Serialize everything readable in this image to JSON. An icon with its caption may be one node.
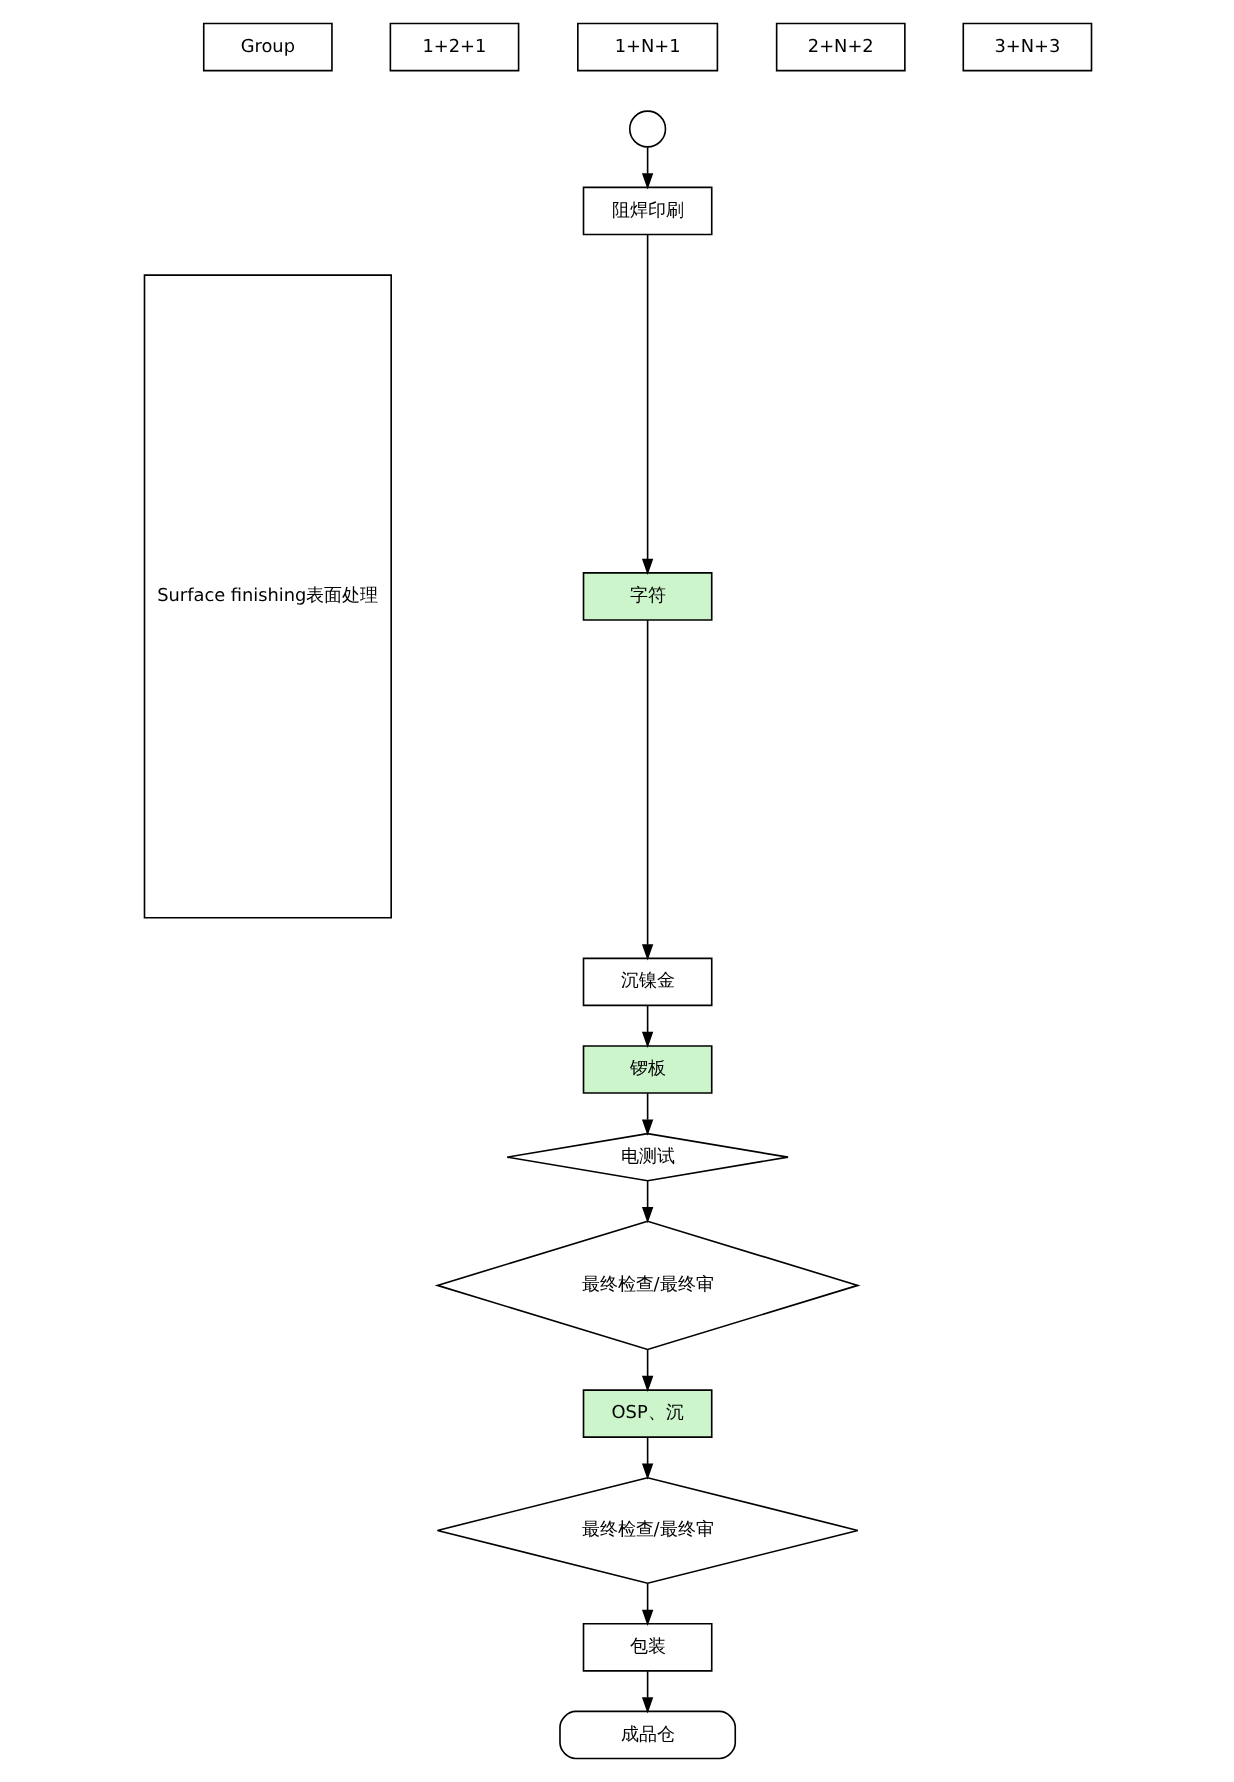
{
  "diagram": {
    "nodes": [
      {
        "text": [
          "Group"
        ]
      },
      {
        "text": [
          "1+2+1"
        ]
      },
      {
        "text": [
          "1+N+1"
        ]
      },
      {
        "text": [
          "2+N+2"
        ]
      },
      {
        "text": [
          "3+N+3"
        ]
      },
      {
        "text": [
          "Surface finishing表面处理"
        ]
      },
      {
        "text": [],
        "shape": "circle"
      },
      {
        "text": [
          "阻焊印刷"
        ]
      },
      {
        "text": [
          "字符"
        ]
      },
      {
        "text": [
          "沉镍金"
        ]
      },
      {
        "text": [
          "锣板"
        ]
      },
      {
        "text": [
          "电测试"
        ]
      },
      {
        "text": [
          "最终检查/最终审"
        ]
      },
      {
        "text": [
          "OSP、沉"
        ]
      },
      {
        "text": [
          "最终检查/最终审"
        ]
      },
      {
        "text": [
          "包装"
        ]
      },
      {
        "text": [
          "成品仓"
        ]
      }
    ],
    "edges": [
      {
        "from": 6,
        "to": 7,
        "arrow": "to"
      },
      {
        "from": 7,
        "to": 8,
        "arrow": "to"
      },
      {
        "from": 8,
        "to": 9,
        "arrow": "to"
      },
      {
        "from": 9,
        "to": 10,
        "arrow": "to"
      },
      {
        "from": 10,
        "to": 11,
        "arrow": "to"
      },
      {
        "from": 11,
        "to": 12,
        "arrow": "to"
      },
      {
        "from": 12,
        "to": 13,
        "arrow": "to"
      },
      {
        "from": 13,
        "to": 14,
        "arrow": "to"
      },
      {
        "from": 14,
        "to": 15,
        "arrow": "to"
      },
      {
        "from": 15,
        "to": 16,
        "arrow": "to"
      }
    ]
  }
}
